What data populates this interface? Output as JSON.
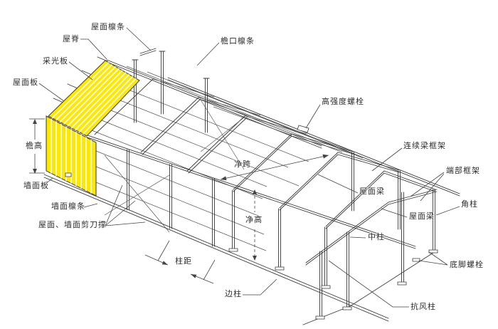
{
  "labels": {
    "roof_purlin": "屋面檩条",
    "ridge": "屋脊",
    "skylight_panel": "采光板",
    "roof_panel": "屋面板",
    "eave_height": "檐高",
    "wall_panel": "墙面板",
    "wall_purlin": "墙面檩条",
    "roof_wall_scissor_brace": "屋面、墙面剪刀撑",
    "column_spacing": "柱距",
    "side_column": "边柱",
    "eave_purlin": "檐口檩条",
    "high_strength_bolt": "高强度螺栓",
    "continuous_beam_frame": "连续梁框架",
    "end_frame": "端部框架",
    "corner_column": "角柱",
    "roof_beam_1": "屋面梁",
    "roof_beam_2": "屋面梁",
    "middle_column": "中柱",
    "anchor_bolt": "底脚螺栓",
    "wind_column": "抗风柱",
    "net_span": "净跨",
    "net_height": "净高"
  },
  "colors": {
    "panel_yellow": "#ffe800",
    "line": "#3a3a3a",
    "text": "#2e2e2e",
    "background": "#ffffff"
  }
}
